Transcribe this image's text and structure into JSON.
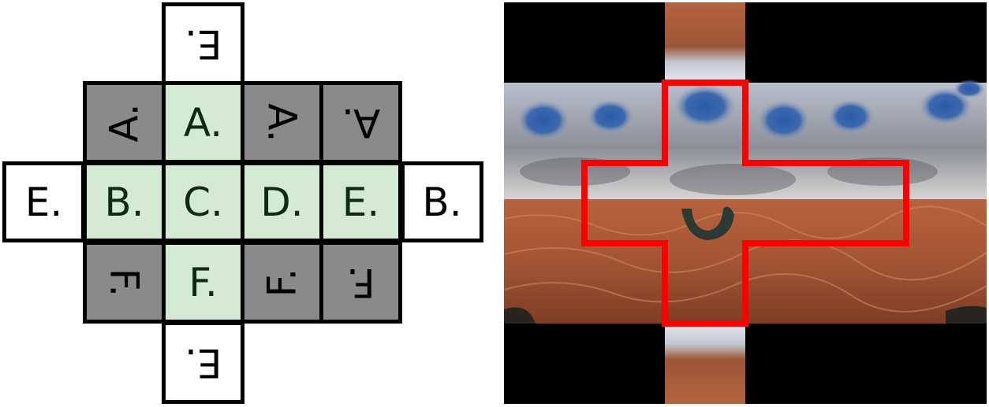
{
  "left_diagram": {
    "cells": [
      {
        "id": "top-e",
        "label": "E.",
        "fill": "white",
        "transform": "rotate180"
      },
      {
        "id": "row1-c1",
        "label": "A.",
        "fill": "gray",
        "transform": "rotate-90"
      },
      {
        "id": "row1-c2",
        "label": "A.",
        "fill": "green",
        "transform": "none"
      },
      {
        "id": "row1-c3",
        "label": "A.",
        "fill": "gray",
        "transform": "rotate90"
      },
      {
        "id": "row1-c4",
        "label": "A.",
        "fill": "gray",
        "transform": "rotate180"
      },
      {
        "id": "row2-c0",
        "label": "E.",
        "fill": "white",
        "transform": "none"
      },
      {
        "id": "row2-c1",
        "label": "B.",
        "fill": "green",
        "transform": "none"
      },
      {
        "id": "row2-c2",
        "label": "C.",
        "fill": "green",
        "transform": "none"
      },
      {
        "id": "row2-c3",
        "label": "D.",
        "fill": "green",
        "transform": "none"
      },
      {
        "id": "row2-c4",
        "label": "E.",
        "fill": "green",
        "transform": "none"
      },
      {
        "id": "row2-c5",
        "label": "B.",
        "fill": "white",
        "transform": "none"
      },
      {
        "id": "row3-c1",
        "label": "F.",
        "fill": "gray",
        "transform": "rotate90"
      },
      {
        "id": "row3-c2",
        "label": "F.",
        "fill": "green",
        "transform": "none"
      },
      {
        "id": "row3-c3",
        "label": "F.",
        "fill": "gray",
        "transform": "rotate-90"
      },
      {
        "id": "row3-c4",
        "label": "F.",
        "fill": "gray",
        "transform": "rotate180"
      },
      {
        "id": "bottom-e",
        "label": "E.",
        "fill": "white",
        "transform": "rotate180"
      }
    ]
  },
  "right_panel": {
    "background": "#000000",
    "highlight_color": "#ff0000"
  },
  "colors": {
    "white_face": "#ffffff",
    "green_face": "#d4ead3",
    "gray_face": "#8a8a8a",
    "border": "#000000"
  }
}
